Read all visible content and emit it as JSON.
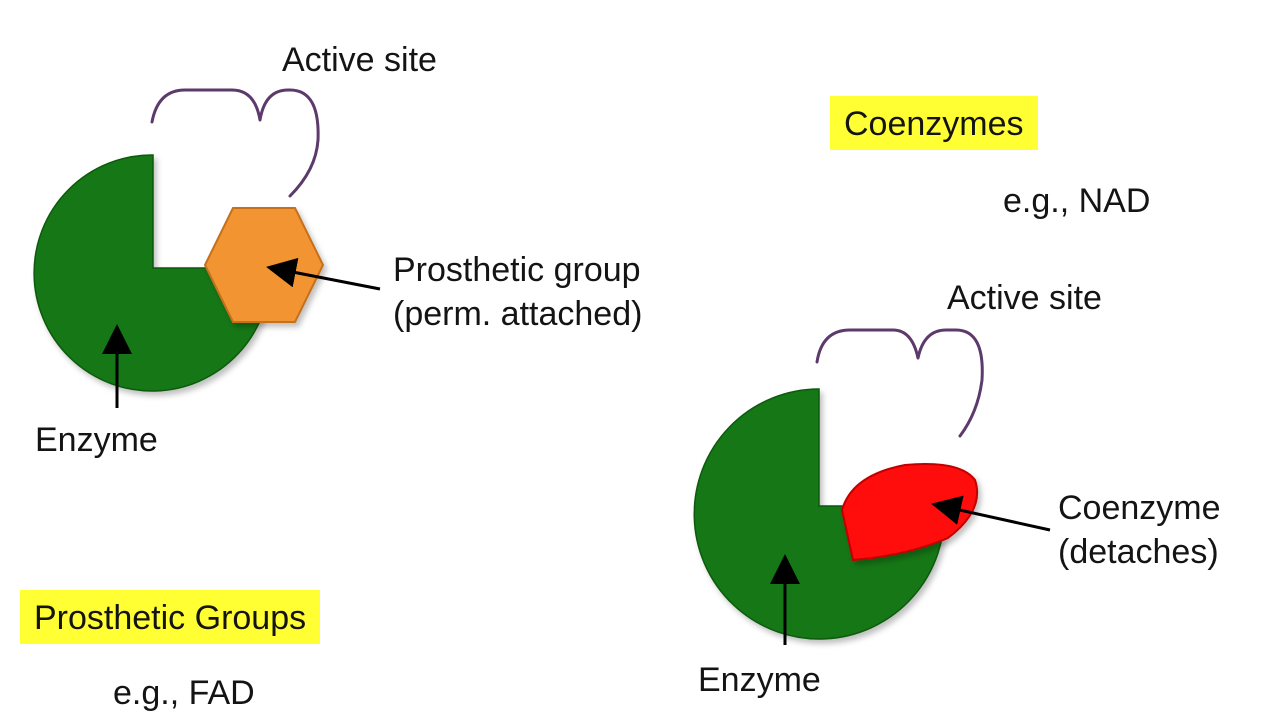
{
  "colors": {
    "enzyme": "#137713",
    "enzyme_edge": "#0d5a0d",
    "prosthetic_group": "#f29431",
    "prosthetic_group_edge": "#c46f1b",
    "coenzyme": "#ff0a0a",
    "coenzyme_edge": "#c30000",
    "brace": "#5c3a6b",
    "highlight": "#ffff33",
    "text": "#141414"
  },
  "left_panel": {
    "active_site_label": "Active site",
    "prosthetic_group_label": {
      "line1": "Prosthetic group",
      "line2": "(perm. attached)"
    },
    "enzyme_label": "Enzyme",
    "heading": "Prosthetic Groups",
    "example": "e.g., FAD"
  },
  "right_panel": {
    "heading": "Coenzymes",
    "example": "e.g., NAD",
    "active_site_label": "Active site",
    "coenzyme_label": {
      "line1": "Coenzyme",
      "line2": "(detaches)"
    },
    "enzyme_label": "Enzyme"
  }
}
